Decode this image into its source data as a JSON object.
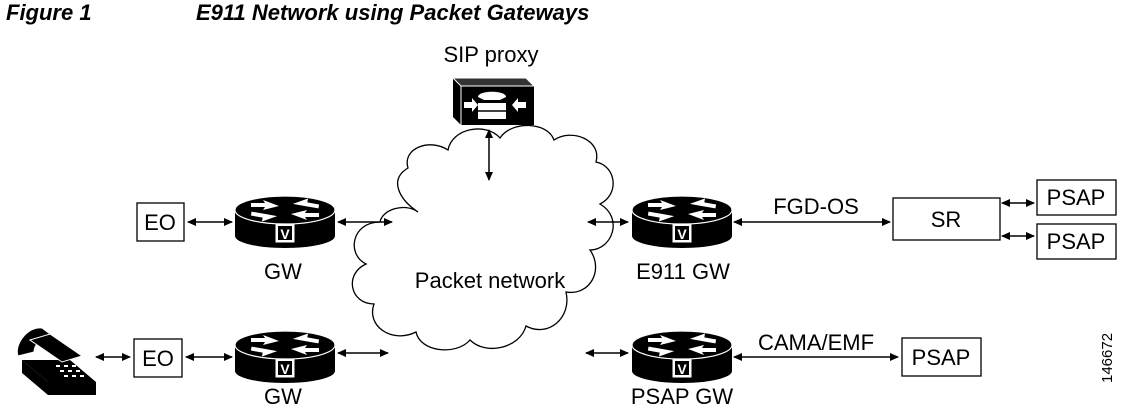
{
  "figure": {
    "label": "Figure 1",
    "title": "E911 Network using Packet Gateways"
  },
  "nodes": {
    "sip_proxy": "SIP proxy",
    "cloud": "Packet network",
    "gw_top": "GW",
    "gw_bottom": "GW",
    "e911_gw": "E911 GW",
    "psap_gw": "PSAP GW",
    "eo_top": "EO",
    "eo_bottom": "EO",
    "sr": "SR",
    "psap_1": "PSAP",
    "psap_2": "PSAP",
    "psap_3": "PSAP",
    "voice_badge": "V"
  },
  "links": {
    "fgd_os": "FGD-OS",
    "cama_emf": "CAMA/EMF"
  },
  "figure_id": "146672",
  "colors": {
    "stroke": "#000000",
    "fill_dark": "#000000",
    "fill_light": "#ffffff"
  },
  "icons": [
    "router-icon",
    "sip-proxy-icon",
    "telephone-icon",
    "cloud-shape"
  ]
}
